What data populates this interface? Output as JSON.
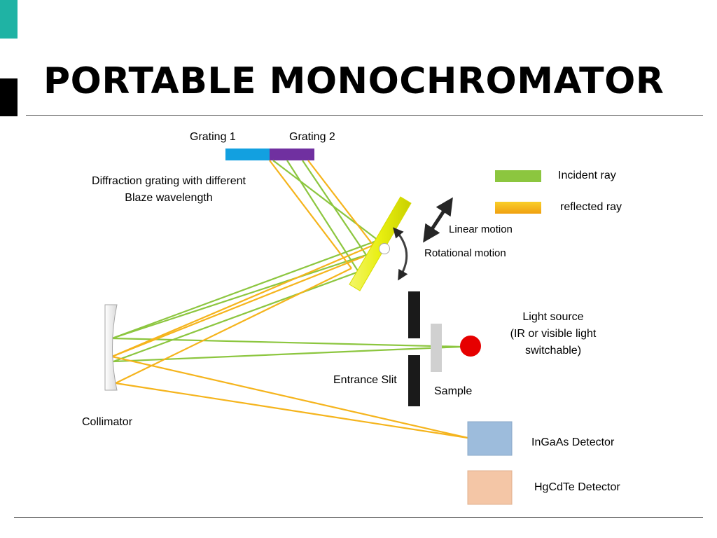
{
  "title": "PORTABLE MONOCHROMATOR",
  "labels": {
    "grating1": "Grating 1",
    "grating2": "Grating 2",
    "grating_desc_line1": "Diffraction grating with different",
    "grating_desc_line2": "Blaze wavelength",
    "linear_motion": "Linear motion",
    "rotational_motion": "Rotational motion",
    "light_source_line1": "Light source",
    "light_source_line2": "(IR or visible light",
    "light_source_line3": "switchable)",
    "entrance_slit": "Entrance Slit",
    "sample": "Sample",
    "collimator": "Collimator",
    "ingaas_detector": "InGaAs Detector",
    "hgcdte_detector": "HgCdTe Detector"
  },
  "legend": {
    "incident": "Incident ray",
    "reflected": "reflected ray"
  },
  "colors": {
    "accent_teal": "#1fb3a4",
    "grating1": "#12a0e0",
    "grating2": "#7030a0",
    "mirror": "#e8ef10",
    "incident_ray": "#8cc63f",
    "reflected_ray": "#f5b41c",
    "light_source": "#e60000",
    "ingaas": "#9dbcdc",
    "hgcdte": "#f4c6a6"
  }
}
